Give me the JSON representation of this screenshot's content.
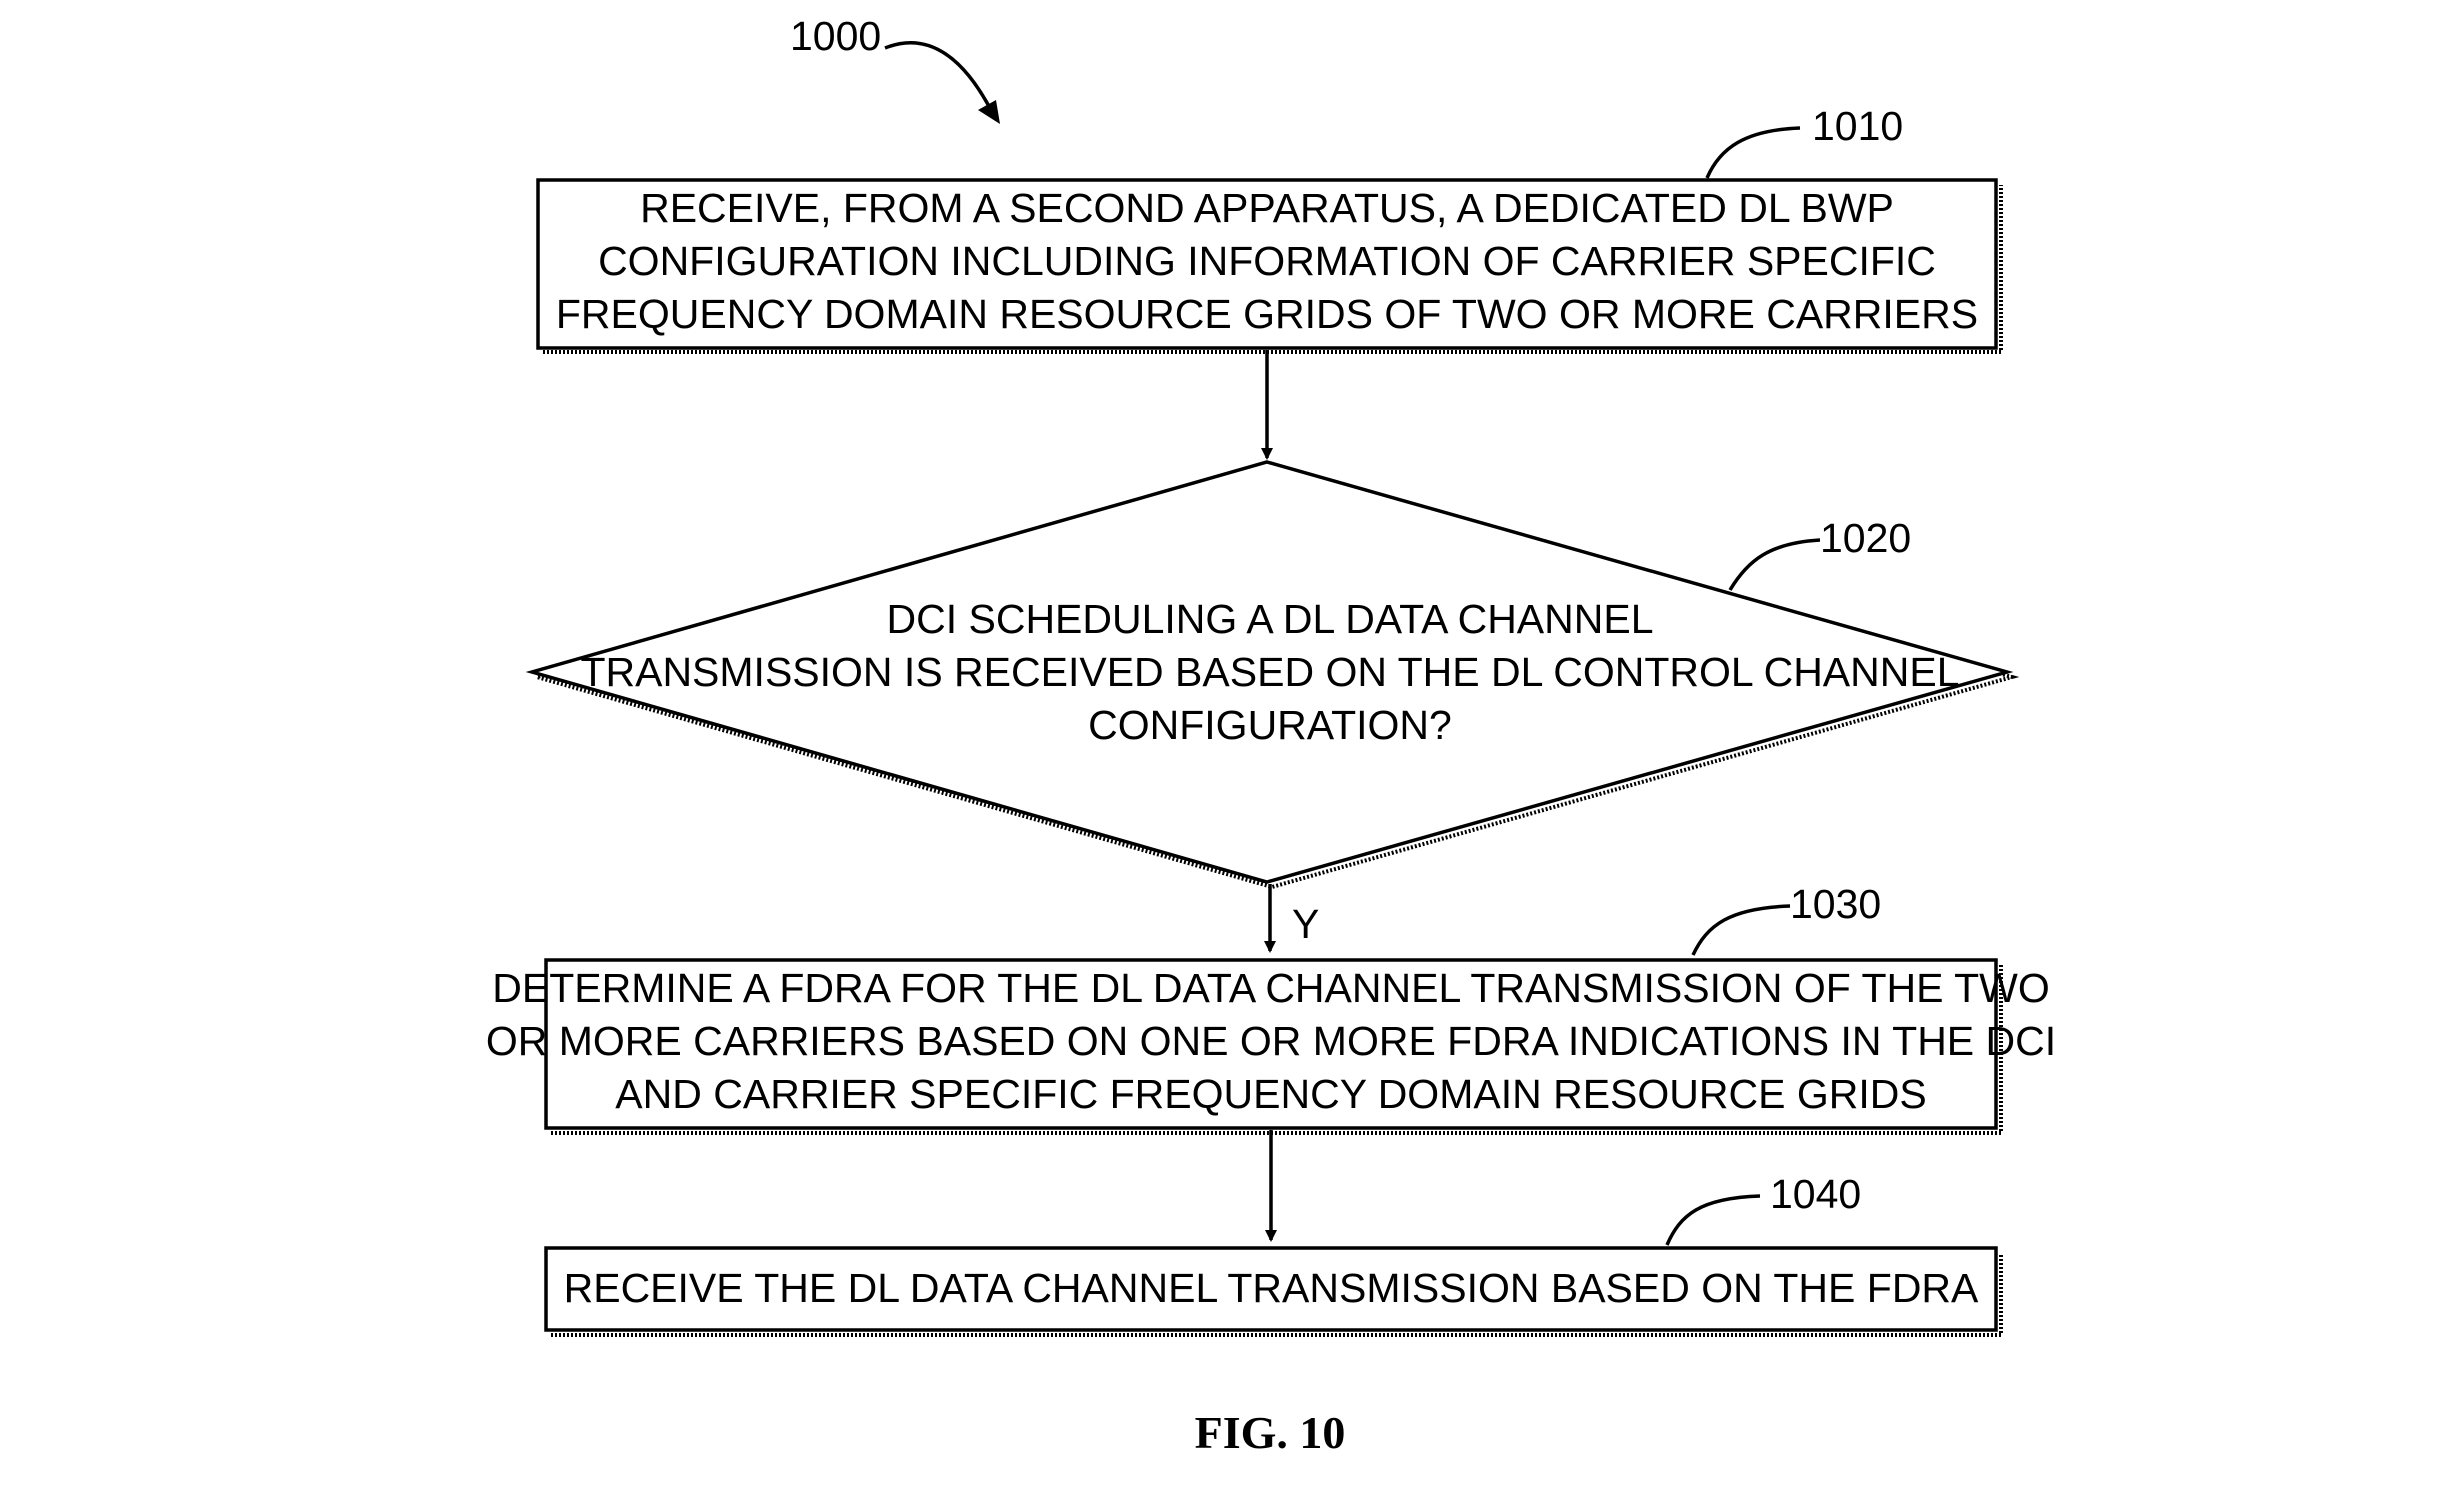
{
  "diagram": {
    "figure_ref": "1000",
    "caption": "FIG. 10",
    "steps": [
      {
        "ref": "1010",
        "shape": "process",
        "lines": [
          "RECEIVE, FROM A SECOND APPARATUS, A DEDICATED DL BWP",
          "CONFIGURATION INCLUDING INFORMATION OF CARRIER SPECIFIC",
          "FREQUENCY DOMAIN RESOURCE GRIDS OF TWO OR MORE CARRIERS"
        ]
      },
      {
        "ref": "1020",
        "shape": "decision",
        "lines": [
          "DCI SCHEDULING A DL DATA CHANNEL",
          "TRANSMISSION IS RECEIVED BASED ON THE DL CONTROL CHANNEL",
          "CONFIGURATION?"
        ]
      },
      {
        "ref": "1030",
        "shape": "process",
        "lines": [
          "DETERMINE A FDRA FOR THE DL DATA CHANNEL TRANSMISSION OF THE TWO",
          "OR MORE CARRIERS BASED ON ONE OR MORE FDRA INDICATIONS IN THE DCI",
          "AND CARRIER SPECIFIC FREQUENCY DOMAIN RESOURCE GRIDS"
        ]
      },
      {
        "ref": "1040",
        "shape": "process",
        "lines": [
          "RECEIVE THE DL DATA CHANNEL TRANSMISSION BASED ON THE FDRA"
        ]
      }
    ],
    "edges": [
      {
        "from": "1010",
        "to": "1020",
        "label": ""
      },
      {
        "from": "1020",
        "to": "1030",
        "label": "Y"
      },
      {
        "from": "1030",
        "to": "1040",
        "label": ""
      }
    ]
  }
}
